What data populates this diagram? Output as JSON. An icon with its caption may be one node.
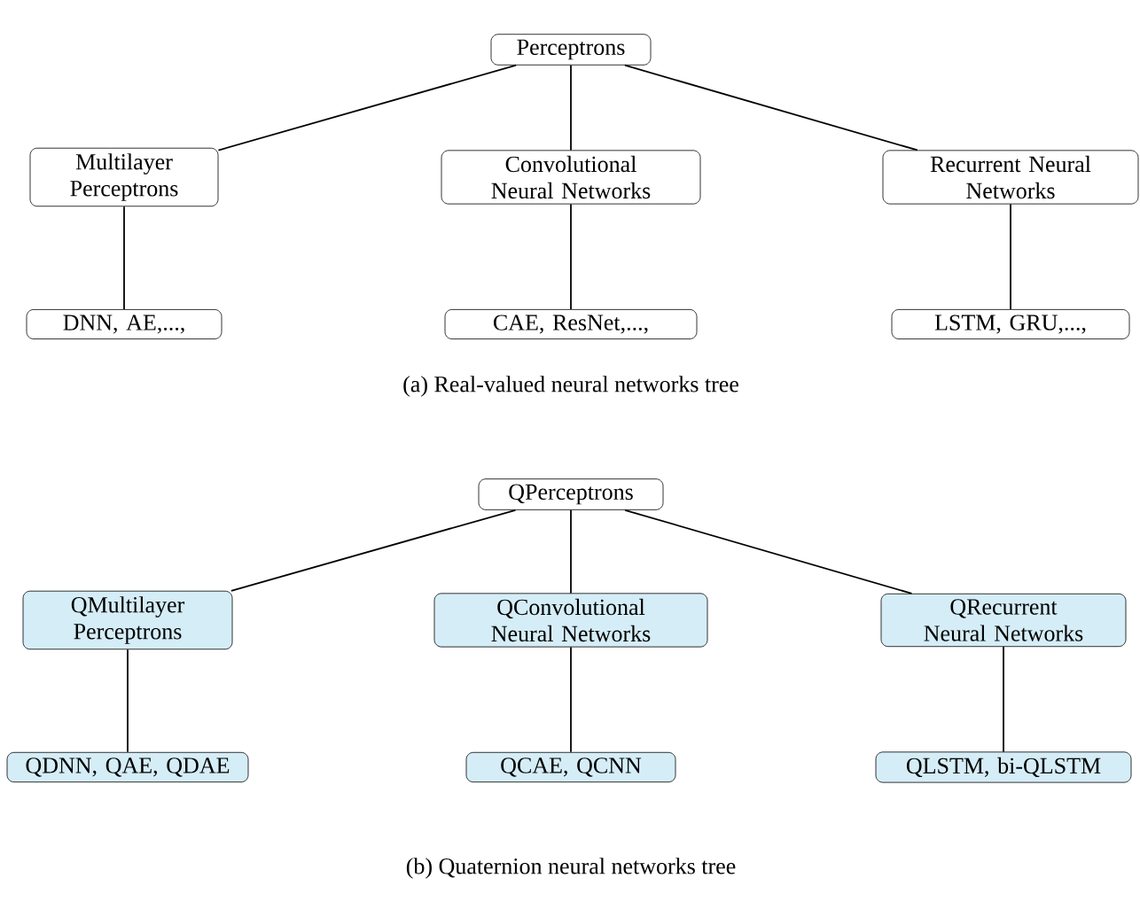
{
  "diagram": {
    "nodes": [
      {
        "text": [
          "Perceptrons"
        ]
      },
      {
        "text": [
          "Multilayer Perceptrons"
        ]
      },
      {
        "text": [
          "Convolutional Neural Networks"
        ]
      },
      {
        "text": [
          "Recurrent Neural Networks"
        ]
      },
      {
        "text": [
          "DNN, AE,...,"
        ]
      },
      {
        "text": [
          "CAE, ResNet,...,"
        ]
      },
      {
        "text": [
          "LSTM, GRU,...,"
        ]
      },
      {
        "text": [
          "QPerceptrons"
        ]
      },
      {
        "text": [
          "QMultilayer Perceptrons"
        ]
      },
      {
        "text": [
          "QConvolutional Neural Networks"
        ]
      },
      {
        "text": [
          "QRecurrent Neural Networks"
        ]
      },
      {
        "text": [
          "QDNN, QAE, QDAE"
        ]
      },
      {
        "text": [
          "QCAE, QCNN"
        ]
      },
      {
        "text": [
          "QLSTM, bi-QLSTM"
        ]
      }
    ],
    "edges": [
      {
        "from": 0,
        "to": 1,
        "arrow": "none"
      },
      {
        "from": 0,
        "to": 2,
        "arrow": "none"
      },
      {
        "from": 0,
        "to": 3,
        "arrow": "none"
      },
      {
        "from": 1,
        "to": 4,
        "arrow": "none"
      },
      {
        "from": 2,
        "to": 5,
        "arrow": "none"
      },
      {
        "from": 3,
        "to": 6,
        "arrow": "none"
      },
      {
        "from": 7,
        "to": 8,
        "arrow": "none"
      },
      {
        "from": 7,
        "to": 9,
        "arrow": "none"
      },
      {
        "from": 7,
        "to": 10,
        "arrow": "none"
      },
      {
        "from": 8,
        "to": 11,
        "arrow": "none"
      },
      {
        "from": 9,
        "to": 12,
        "arrow": "none"
      },
      {
        "from": 10,
        "to": 13,
        "arrow": "none"
      }
    ],
    "labels": [
      "(a) Real-valued neural networks tree",
      "(b) Quaternion neural networks tree"
    ]
  }
}
